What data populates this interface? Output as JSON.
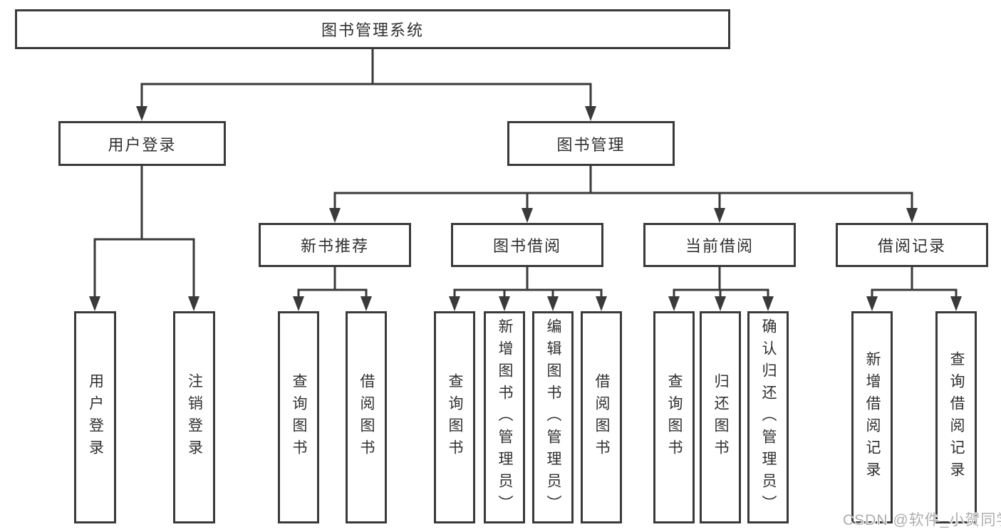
{
  "title": "图书管理系统",
  "watermark": "CSDN @软件_小贺同学",
  "branches": [
    {
      "label": "用户登录",
      "leaves": [
        "用户登录",
        "注销登录"
      ]
    },
    {
      "label": "图书管理",
      "groups": [
        {
          "label": "新书推荐",
          "leaves": [
            "查询图书",
            "借阅图书"
          ]
        },
        {
          "label": "图书借阅",
          "leaves": [
            "查询图书",
            "新增图书（管理员）",
            "编辑图书（管理员）",
            "借阅图书"
          ]
        },
        {
          "label": "当前借阅",
          "leaves": [
            "查询图书",
            "归还图书",
            "确认归还（管理员）"
          ]
        },
        {
          "label": "借阅记录",
          "leaves": [
            "新增借阅记录",
            "查询借阅记录"
          ]
        }
      ]
    }
  ],
  "colors": {
    "line": "#3a3a3a",
    "box_border": "#3a3a3a",
    "text": "#303030",
    "watermark": "#aeaeae",
    "background": "#ffffff"
  }
}
